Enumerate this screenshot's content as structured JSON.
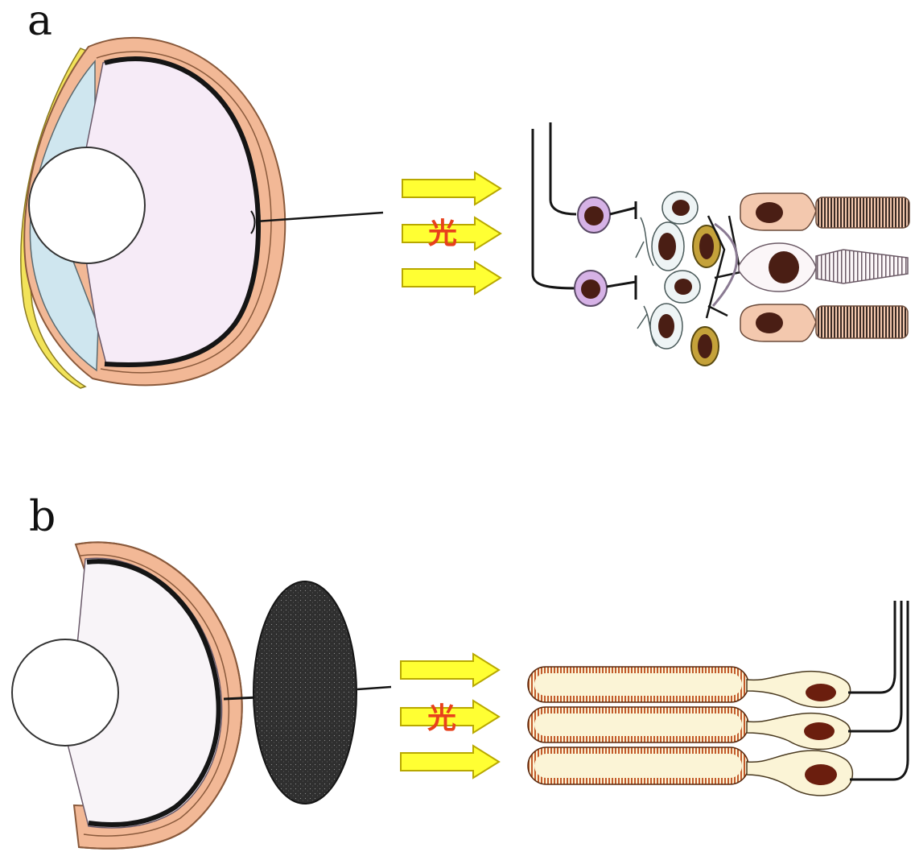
{
  "panels": [
    {
      "label": "a",
      "light_label": "光"
    },
    {
      "label": "b",
      "light_label": "光"
    }
  ],
  "colors": {
    "sclera": "#f2b896",
    "sclera_outline": "#8a5a3c",
    "vitreous": "#f6ebf7",
    "vitreous_b": "#f8f4f8",
    "cornea": "#cfe6ef",
    "cornea_edge": "#f2e35a",
    "retina_line": "#151515",
    "arrow_fill": "#ffff33",
    "arrow_stroke": "#b8a800",
    "light_text": "#e8401c",
    "nucleus": "#4a1e14",
    "cone_body": "#f3c8ae",
    "rod_body": "#fbf6f8",
    "horizontal_cell": "#c5a23a",
    "bipolar_cell": "#eef4f5",
    "ganglion_cell": "#d6b2e6",
    "tapetum_dark": "#2e2e2e",
    "outer_segment": "#c25a2a",
    "outer_segment_fill": "#fbf4d6"
  },
  "icons": {
    "eye_a": "vertebrate-eye-icon",
    "eye_b": "cephalopod-eye-icon",
    "arrow": "light-arrow-icon"
  }
}
